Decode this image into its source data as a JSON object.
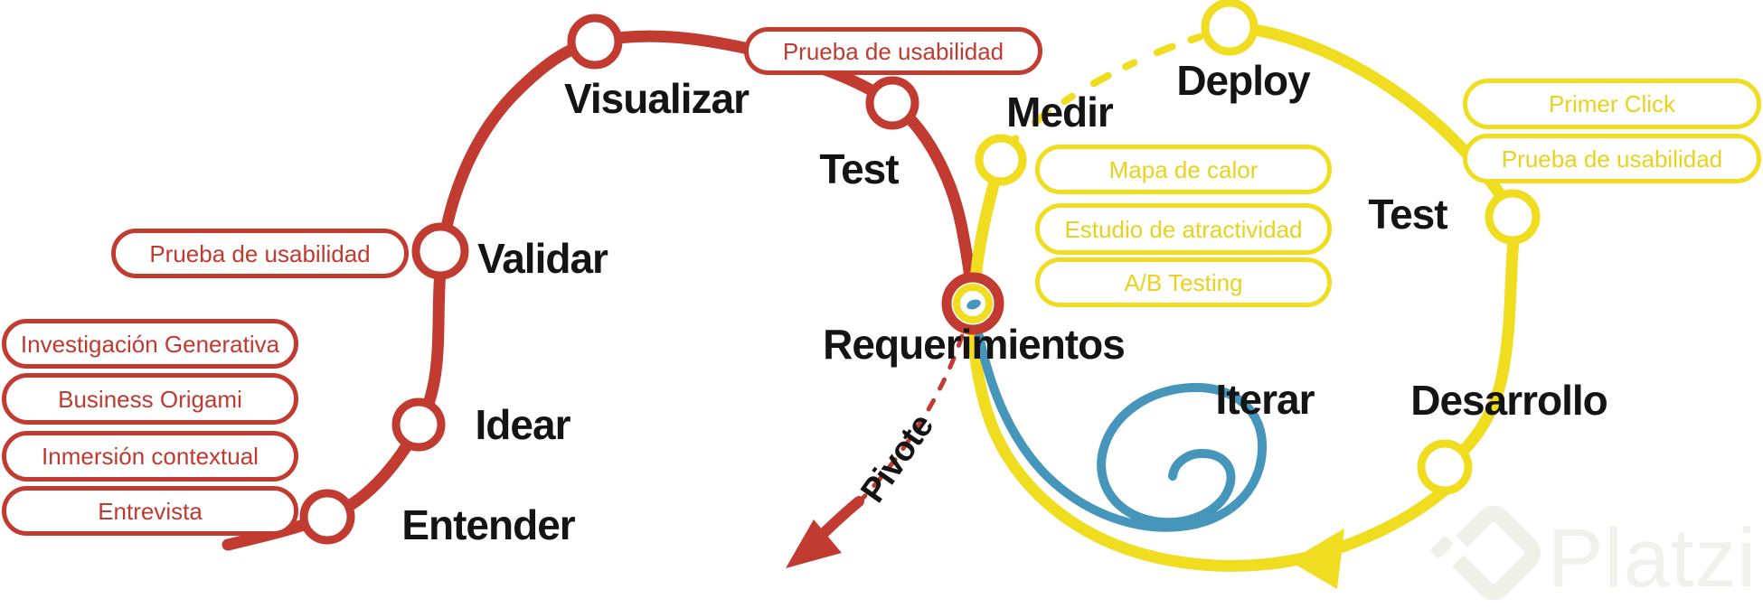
{
  "colors": {
    "red": "#c23b31",
    "yellow": "#f0dd20",
    "blue": "#4596ba",
    "label_text": "#141414",
    "watermark": "#eff1e9"
  },
  "design_loop": {
    "labels": {
      "visualizar": "Visualizar",
      "validar": "Validar",
      "idear": "Idear",
      "entender": "Entender",
      "test": "Test"
    },
    "tools": {
      "prueba_top": "Prueba de usabilidad",
      "prueba_left": "Prueba de usabilidad",
      "investigacion": "Investigación Generativa",
      "business_origami": "Business Origami",
      "inmersion": "Inmersión contextual",
      "entrevista": "Entrevista"
    }
  },
  "dev_loop": {
    "labels": {
      "medir": "Medir",
      "deploy": "Deploy",
      "test": "Test",
      "desarrollo": "Desarrollo",
      "iterar": "Iterar"
    },
    "tools": {
      "mapa_calor": "Mapa de calor",
      "estudio_atractividad": "Estudio de atractividad",
      "ab_testing": "A/B Testing",
      "primer_click": "Primer Click",
      "prueba_usabilidad": "Prueba de usabilidad"
    }
  },
  "center": {
    "requerimientos": "Requerimientos",
    "pivote": "Pivote"
  },
  "watermark": {
    "brand": "Platzi"
  }
}
